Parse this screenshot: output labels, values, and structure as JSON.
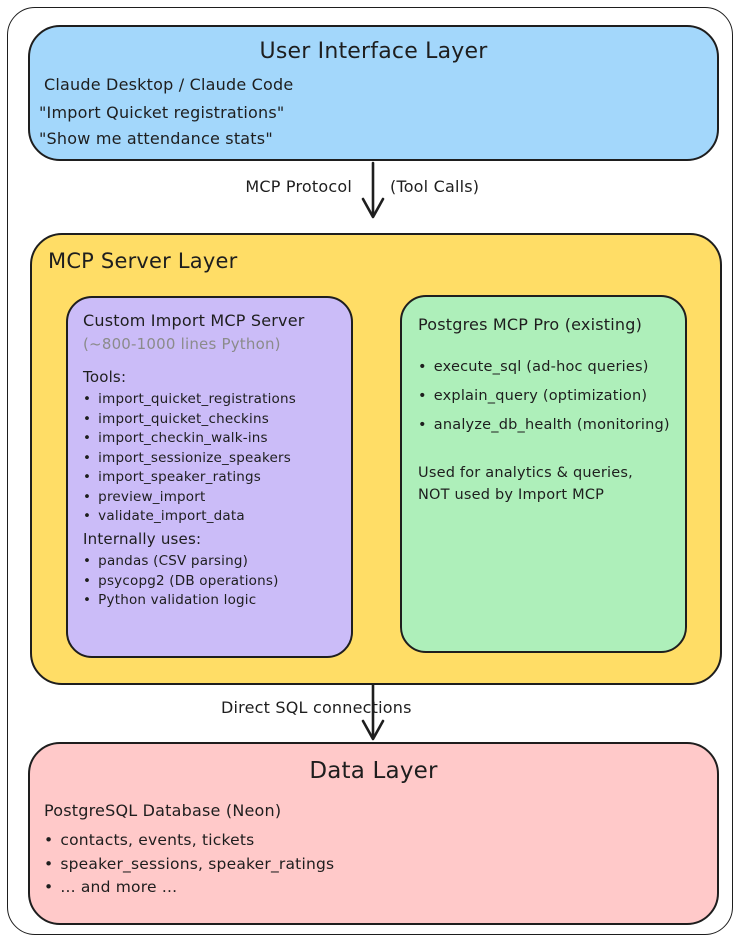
{
  "colors": {
    "ui_layer": "#a3d7fb",
    "mcp_layer": "#ffdd66",
    "import_server": "#cbbcf8",
    "postgres_server": "#aeefba",
    "data_layer": "#ffc9c9",
    "stroke": "#1e1e1e",
    "muted_text": "#8b8b8b"
  },
  "ui_layer": {
    "title": "User Interface Layer",
    "subtitle": "Claude Desktop / Claude Code",
    "quote1": "\"Import Quicket registrations\"",
    "quote2": "\"Show me attendance stats\""
  },
  "arrow1": {
    "label_left": "MCP Protocol",
    "label_right": "(Tool Calls)"
  },
  "mcp_layer": {
    "title": "MCP Server Layer",
    "import_server": {
      "title": "Custom Import MCP Server",
      "subtitle": "(~800-1000 lines Python)",
      "tools_heading": "Tools:",
      "tools": [
        "import_quicket_registrations",
        "import_quicket_checkins",
        "import_checkin_walk-ins",
        "import_sessionize_speakers",
        "import_speaker_ratings",
        "preview_import",
        "validate_import_data"
      ],
      "internals_heading": "Internally uses:",
      "internals": [
        "pandas (CSV parsing)",
        "psycopg2 (DB operations)",
        "Python validation logic"
      ]
    },
    "postgres_server": {
      "title": "Postgres MCP Pro (existing)",
      "tools": [
        "execute_sql (ad-hoc queries)",
        "explain_query (optimization)",
        "analyze_db_health (monitoring)"
      ],
      "note_line1": "Used for analytics & queries,",
      "note_line2": "NOT used by Import MCP"
    }
  },
  "arrow2": {
    "label": "Direct SQL connections"
  },
  "data_layer": {
    "title": "Data Layer",
    "subtitle": "PostgreSQL Database (Neon)",
    "tables": [
      "contacts, events, tickets",
      "speaker_sessions, speaker_ratings",
      "... and more ..."
    ]
  }
}
